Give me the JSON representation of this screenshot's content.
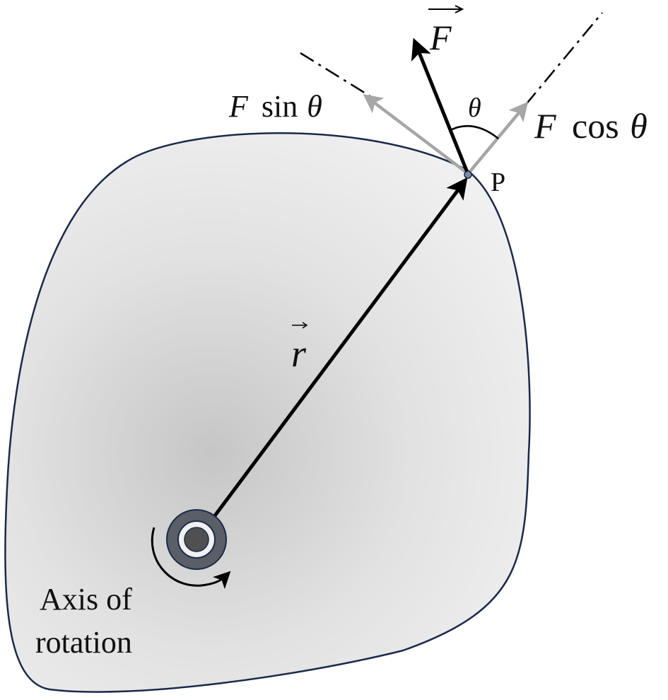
{
  "diagram": {
    "labels": {
      "force_vector": "F",
      "radius_vector": "r",
      "theta": "θ",
      "point": "P",
      "perpendicular_component_f": "F",
      "perpendicular_component_fn": "sin",
      "perpendicular_component_angle": "θ",
      "parallel_component_f": "F",
      "parallel_component_fn": "cos",
      "parallel_component_angle": "θ",
      "axis_line1": "Axis of",
      "axis_line2": "rotation"
    },
    "colors": {
      "body_outline": "#1b2a4a",
      "body_fill_light": "#f0f0f0",
      "body_fill_dark": "#c6c6c6",
      "main_vectors": "#000000",
      "component_vectors": "#a6a6a6",
      "axis_ring": "#5a5e66",
      "axis_ring_outline": "#1b2a4a",
      "axis_hub": "#505050"
    }
  }
}
